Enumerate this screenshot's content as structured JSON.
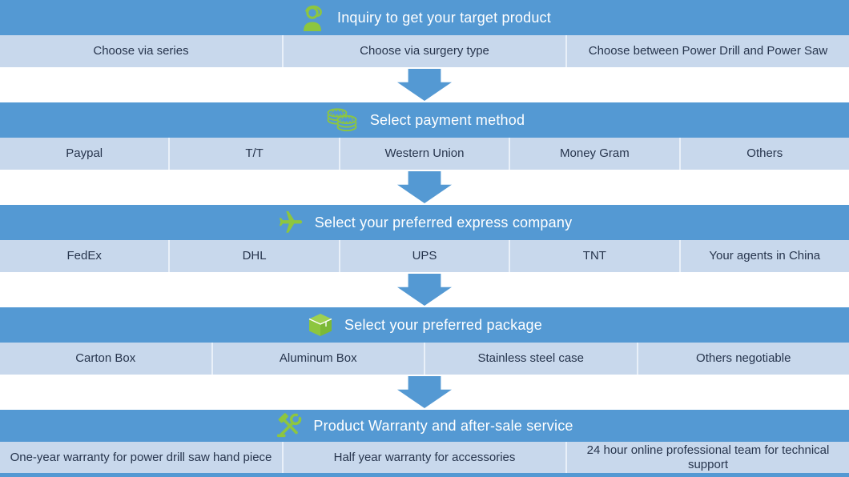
{
  "colors": {
    "header_blue": "#5499d3",
    "row_light_blue": "#c8d8ec",
    "icon_green": "#8dc63f",
    "text_dark": "#27354d",
    "header_text": "#ffffff"
  },
  "sections": [
    {
      "title": "Inquiry to get your target product",
      "icon": "support-agent-icon",
      "cells": [
        "Choose via series",
        "Choose via surgery type",
        "Choose between Power Drill and Power Saw"
      ]
    },
    {
      "title": "Select payment method",
      "icon": "coins-icon",
      "cells": [
        "Paypal",
        "T/T",
        "Western Union",
        "Money Gram",
        "Others"
      ]
    },
    {
      "title": "Select your preferred express company",
      "icon": "plane-icon",
      "cells": [
        "FedEx",
        "DHL",
        "UPS",
        "TNT",
        "Your agents in China"
      ]
    },
    {
      "title": "Select your preferred package",
      "icon": "package-icon",
      "cells": [
        "Carton Box",
        "Aluminum Box",
        "Stainless steel case",
        "Others negotiable"
      ]
    },
    {
      "title": "Product Warranty and after-sale service",
      "icon": "tools-icon",
      "cells": [
        "One-year warranty for power drill saw hand piece",
        "Half year warranty for accessories",
        "24 hour online professional team for technical support"
      ]
    }
  ]
}
